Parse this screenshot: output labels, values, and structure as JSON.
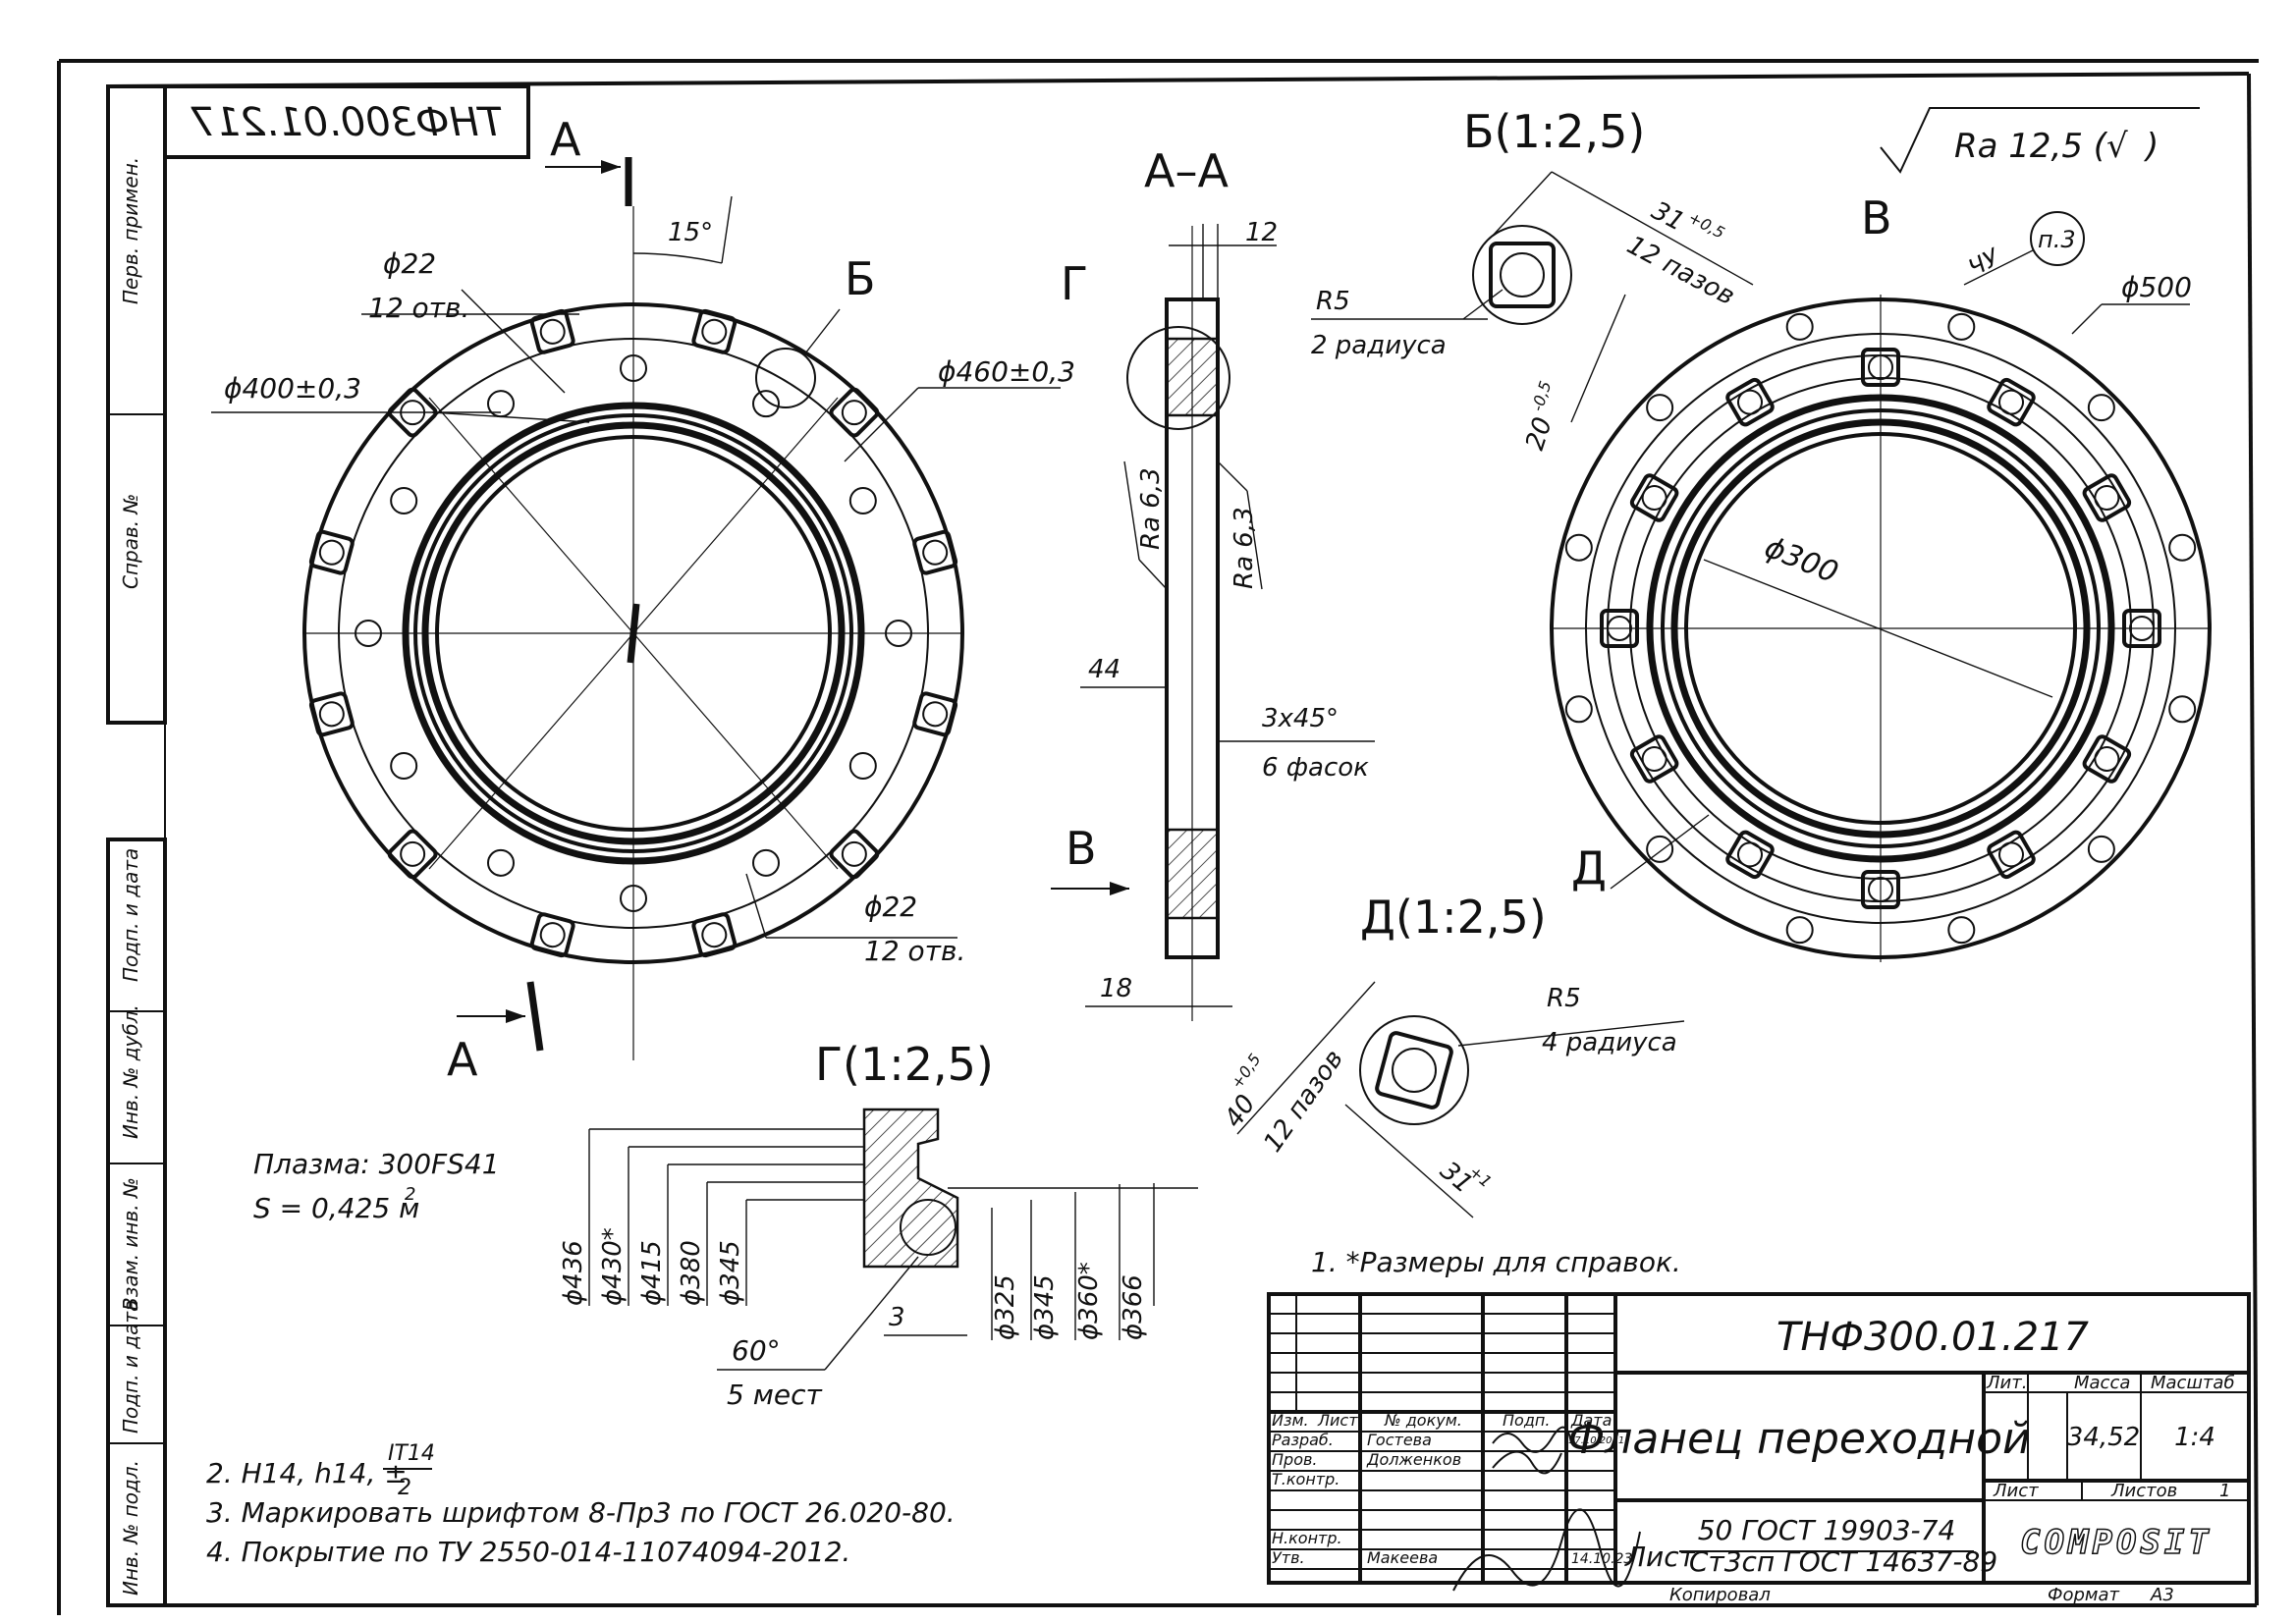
{
  "drawing_number": "ТНФ300.01.217",
  "drawing_number_mirrored": "ТНФ300.01.217",
  "side_labels": [
    "Перв. примен.",
    "Справ. №",
    "Подп. и дата",
    "Инв. № дубл.",
    "Взам. инв. №",
    "Подп. и дата",
    "Инв. № подл."
  ],
  "section_marks": {
    "a_top": "А",
    "a_bottom": "А",
    "b": "Б",
    "v": "В",
    "g": "Г",
    "d": "Д"
  },
  "views": {
    "section_aa": "А–А",
    "detail_b": "Б(1:2,5)",
    "view_v": "В",
    "detail_d": "Д(1:2,5)",
    "detail_g": "Г(1:2,5)"
  },
  "dims_front": {
    "angle": "15°",
    "holes_top_d": "ϕ22",
    "holes_top_n": "12 отв.",
    "d400": "ϕ400±0,3",
    "d460": "ϕ460±0,3",
    "holes_bot_d": "ϕ22",
    "holes_bot_n": "12 отв."
  },
  "dims_section": {
    "w12": "12",
    "ra1": "Ra 6,3",
    "ra2": "Ra 6,3",
    "h44": "44",
    "chamfer": "3x45°",
    "chamfer_n": "6 фасок",
    "w18": "18"
  },
  "dims_b": {
    "w": "31",
    "w_tol": "+0,5",
    "slots": "12 пазов",
    "r": "R5",
    "r_n": "2 радиуса",
    "h": "20",
    "h_tol": "-0,5"
  },
  "roughness": {
    "value": "Ra 12,5 (",
    "check": "√",
    "close": ")"
  },
  "dims_v": {
    "d500": "ϕ500",
    "d300": "ϕ300",
    "note_ref": "п.3",
    "mark": "ЧУ"
  },
  "dims_d": {
    "r": "R5",
    "r_n": "4 радиуса",
    "h": "40",
    "h_tol": "+0,5",
    "slots": "12 пазов",
    "w": "31",
    "w_tol": "+1"
  },
  "dims_g": {
    "left": [
      "ϕ436",
      "ϕ430*",
      "ϕ415",
      "ϕ380",
      "ϕ345"
    ],
    "right": [
      "ϕ325",
      "ϕ345",
      "ϕ360*",
      "ϕ366"
    ],
    "w3": "3",
    "angle": "60°",
    "angle_n": "5 мест"
  },
  "plasma": {
    "line1": "Плазма: 300FS41",
    "line2": "S = 0,425 м",
    "sup": "2"
  },
  "notes": {
    "n1": "1.  *Размеры для справок.",
    "n2": "2. H14, h14, ±",
    "n2_num": "IT14",
    "n2_den": "2",
    "n3": "3. Маркировать шрифтом 8-Пр3 по ГОСТ 26.020-80.",
    "n4": "4. Покрытие по ТУ 2550-014-11074094-2012."
  },
  "title_block": {
    "code": "ТНФ300.01.217",
    "name": "Фланец переходной",
    "material1": "50 ГОСТ 19903-74",
    "material2": "Ст3сп ГОСТ 14637-89",
    "material_prefix": "Лист",
    "hdr_izm": "Изм.",
    "hdr_list": "Лист",
    "hdr_doc": "№ докум.",
    "hdr_podp": "Подп.",
    "hdr_date": "Дата",
    "r_razrab": "Разраб.",
    "n_razrab": "Гостева",
    "date_razrab": "17.10.2021",
    "r_prov": "Пров.",
    "n_prov": "Долженков",
    "r_tkontr": "Т.контр.",
    "r_nkontr": "Н.контр.",
    "r_utv": "Утв.",
    "n_utv": "Макеева",
    "date_utv": "14.10.23",
    "lit": "Лит.",
    "massa": "Масса",
    "masshtab": "Масштаб",
    "mass_val": "34,52",
    "scale_val": "1:4",
    "sheet": "Лист",
    "sheets": "Листов",
    "sheets_val": "1",
    "company": "COMPOSIT",
    "kopiroval": "Копировал",
    "format": "Формат",
    "format_val": "А3"
  }
}
